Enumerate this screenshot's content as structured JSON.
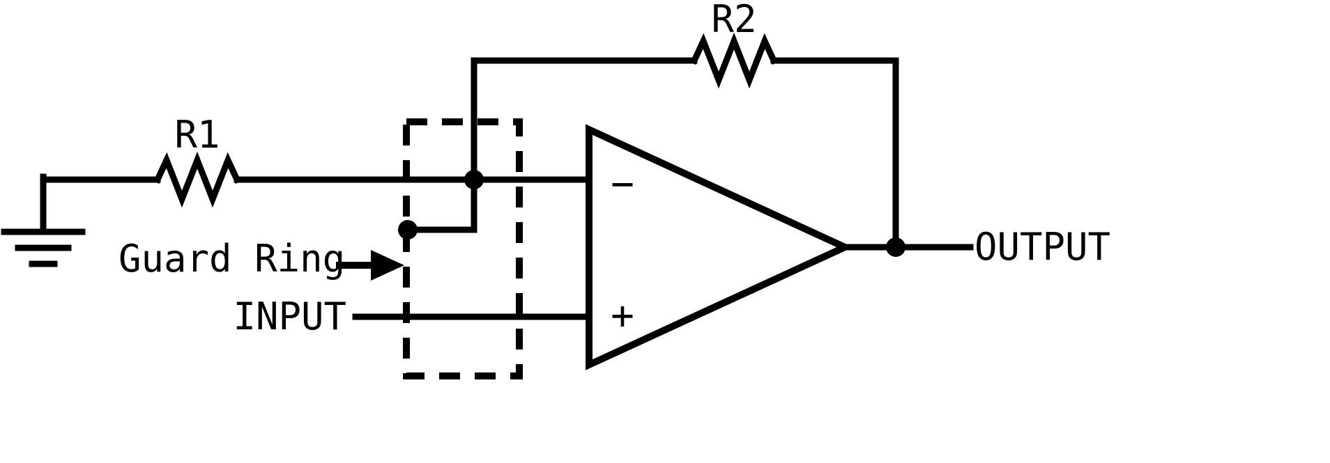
{
  "schematic": {
    "background_color": "#ffffff",
    "line_color": "#000000",
    "resistors": {
      "r1_label": "R1",
      "r2_label": "R2"
    },
    "opamp": {
      "inverting_label": "−",
      "noninverting_label": "+"
    },
    "annotations": {
      "guard_ring_label": "Guard Ring",
      "input_label": "INPUT",
      "output_label": "OUTPUT"
    }
  }
}
